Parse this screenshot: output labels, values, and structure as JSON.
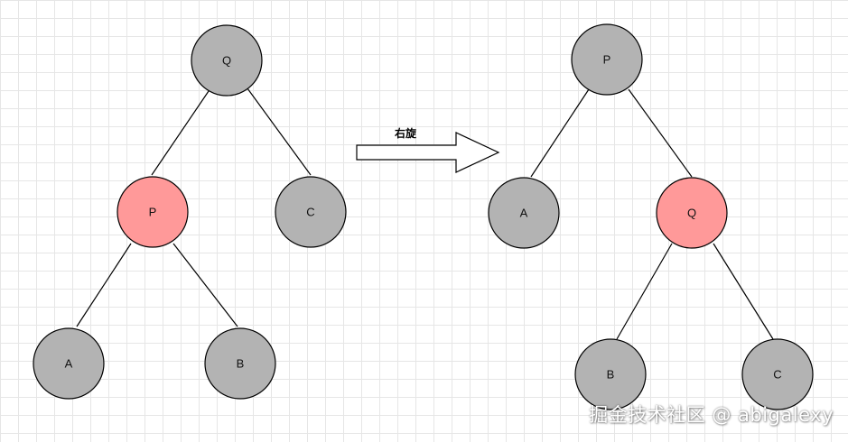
{
  "colors": {
    "node_fill": "#b3b3b3",
    "highlight_fill": "#ff9999",
    "stroke": "#000000"
  },
  "left_tree": {
    "root": "Q",
    "left_child": "P",
    "right_child": "C",
    "left_left": "A",
    "left_right": "B"
  },
  "arrow": {
    "label": "右旋"
  },
  "right_tree": {
    "root": "P",
    "left_child": "A",
    "right_child": "Q",
    "right_left": "B",
    "right_right": "C"
  },
  "watermark": {
    "text": "掘金技术社区 @ abigalexy"
  }
}
